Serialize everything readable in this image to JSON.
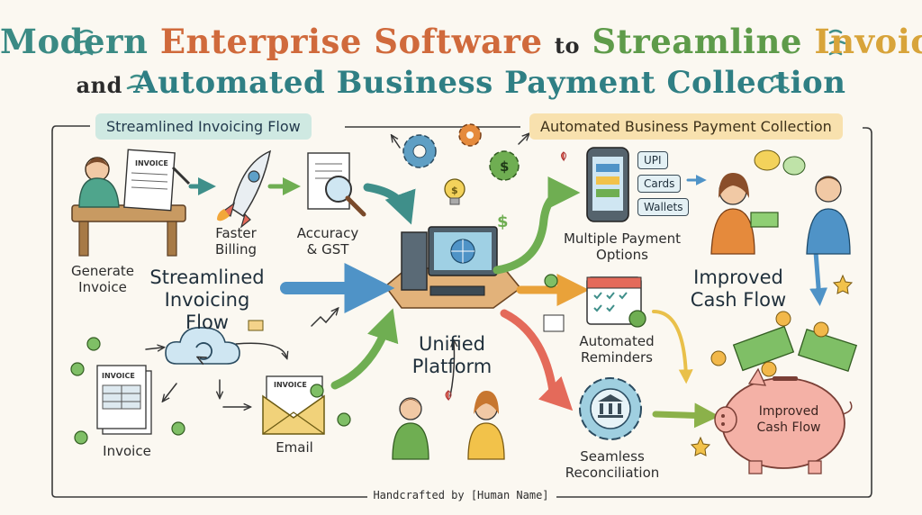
{
  "title": {
    "line1": [
      "Modern",
      "Enterprise",
      "Software",
      "to",
      "Streamline",
      "Invoicing"
    ],
    "line2": [
      "and",
      "Automated",
      "Business",
      "Payment",
      "Collection"
    ],
    "colors1": [
      "#3a8a84",
      "#d06a3c",
      "#d06a3c",
      "#2b2b2b",
      "#5e9b4a",
      "#d8a43a"
    ],
    "colors2": [
      "#2b2b2b",
      "#2f7f84",
      "#2f7f84",
      "#2f7f84",
      "#2f7f84"
    ]
  },
  "sections": {
    "left": "Streamlined Invoicing Flow",
    "right": "Automated Business Payment Collection"
  },
  "labels": {
    "generate_invoice": "Generate\nInvoice",
    "faster_billing": "Faster\nBilling",
    "accuracy_gst": "Accuracy\n& GST",
    "streamlined_flow": "Streamlined\nInvoicing Flow",
    "invoice": "Invoice",
    "email": "Email",
    "unified_platform": "Unified\nPlatform",
    "multiple_payment": "Multiple Payment\nOptions",
    "improved_cash_flow_big": "Improved\nCash Flow",
    "automated_reminders": "Automated\nReminders",
    "seamless_reconciliation": "Seamless\nReconciliation",
    "improved_cash_flow_pig": "Improved\nCash Flow"
  },
  "doc_text": {
    "invoice": "INVOICE"
  },
  "payment_options": [
    "UPI",
    "Cards",
    "Wallets"
  ],
  "footer": "Handcrafted by [Human Name]",
  "colors": {
    "teal": "#3f8f8a",
    "orange": "#e58a3c",
    "green": "#6fae52",
    "blue": "#4f93c7",
    "red": "#e46a5a",
    "yellow": "#e9c04a"
  }
}
